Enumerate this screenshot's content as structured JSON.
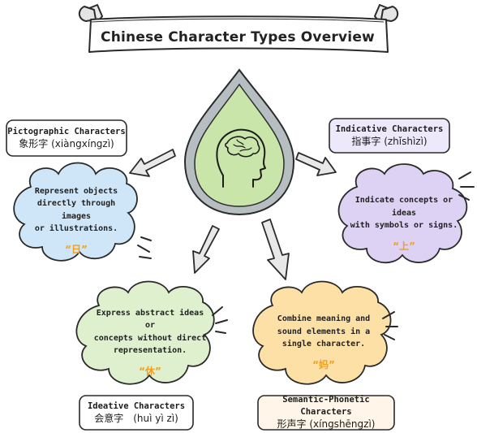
{
  "title": "Chinese Character Types Overview",
  "center": {
    "icon": "head-brain-icon"
  },
  "types": {
    "pictographic": {
      "name": "Pictographic Characters",
      "chinese": "象形字 (xiàngxíngzì)",
      "description": [
        "Represent objects",
        "directly through images",
        "or illustrations."
      ],
      "example": "“日”",
      "color": "#cfe6f8"
    },
    "indicative": {
      "name": "Indicative Characters",
      "chinese": "指事字 (zhǐshìzì)",
      "description": [
        "Indicate concepts or ideas",
        "with symbols or signs."
      ],
      "example": "“上”",
      "color": "#ddd1f4"
    },
    "ideative": {
      "name": "Ideative Characters",
      "chinese": "会意字　(huì yì zì)",
      "description": [
        "Express abstract ideas or",
        "concepts without direct",
        "representation."
      ],
      "example": "“休”",
      "color": "#dff0cf"
    },
    "semantic_phonetic": {
      "name": "Semantic-Phonetic Characters",
      "chinese": "形声字 (xíngshēngzì)",
      "description": [
        "Combine meaning and",
        "sound elements in a",
        "single character."
      ],
      "example": "“妈”",
      "color": "#fde0a6"
    }
  }
}
